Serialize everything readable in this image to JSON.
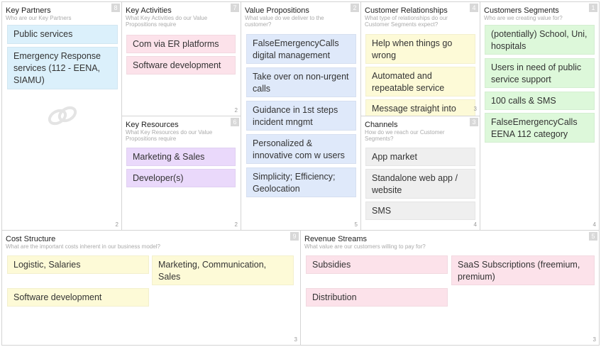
{
  "sections": {
    "key_partners": {
      "title": "Key Partners",
      "subtitle": "Who are our Key Partners",
      "badge": "8",
      "count": "2",
      "notes": [
        "Public services",
        "Emergency Response services (112 - EENA, SIAMU)"
      ]
    },
    "key_activities": {
      "title": "Key Activities",
      "subtitle": "What Key Activities do our Value Propositions require",
      "badge": "7",
      "count": "2",
      "notes": [
        "Com via ER platforms",
        "Software development"
      ]
    },
    "key_resources": {
      "title": "Key Resources",
      "subtitle": "What Key Resources do our Value Propositions require",
      "badge": "6",
      "count": "2",
      "notes": [
        "Marketing & Sales",
        "Developer(s)"
      ]
    },
    "value_propositions": {
      "title": "Value Propositions",
      "subtitle": "What value do we deliver to the customer?",
      "badge": "2",
      "count": "5",
      "notes": [
        "FalseEmergencyCalls digital management",
        "Take over on non-urgent calls",
        "Guidance in 1st steps incident mngmt",
        "Personalized & innovative com w users",
        "Simplicity; Efficiency; Geolocation"
      ]
    },
    "customer_relationships": {
      "title": "Customer Relationships",
      "subtitle": "What type of relationships do our Customer Segments expect?",
      "badge": "4",
      "count": "3",
      "notes": [
        "Help when things go wrong",
        "Automated and repeatable service",
        "Message straight into"
      ]
    },
    "channels": {
      "title": "Channels",
      "subtitle": "How do we reach our Customer Segments?",
      "badge": "3",
      "count": "4",
      "notes": [
        "App market",
        "Standalone web app / website",
        "SMS"
      ]
    },
    "customer_segments": {
      "title": "Customers Segments",
      "subtitle": "Who are we creating value for?",
      "badge": "1",
      "count": "4",
      "notes": [
        "(potentially) School, Uni, hospitals",
        "Users in need of public service support",
        "100 calls & SMS",
        "FalseEmergencyCalls EENA 112 category"
      ]
    },
    "cost_structure": {
      "title": "Cost Structure",
      "subtitle": "What are the important costs inherent in our business model?",
      "badge": "9",
      "count": "3",
      "notes": [
        "Logistic, Salaries",
        "Marketing, Communication, Sales",
        "Software development"
      ]
    },
    "revenue_streams": {
      "title": "Revenue Streams",
      "subtitle": "What value are our customers willing to pay for?",
      "badge": "5",
      "count": "3",
      "notes": [
        "Subsidies",
        "SaaS Subscriptions (freemium, premium)",
        "Distribution"
      ]
    }
  },
  "colors": {
    "partners": "#dbf0fb",
    "activities": "#fce2ea",
    "resources": "#ead9fb",
    "value": "#dfe9fa",
    "relationships": "#fdfad7",
    "channels": "#efefef",
    "segments": "#ddf8da",
    "cost": "#fdfad7",
    "revenue": "#fce2ea"
  },
  "icons": [
    "chain-link-icon",
    "gear-icon",
    "tag-icon",
    "heart-icon",
    "truck-icon",
    "person-icon",
    "scales-icon",
    "money-icon"
  ]
}
